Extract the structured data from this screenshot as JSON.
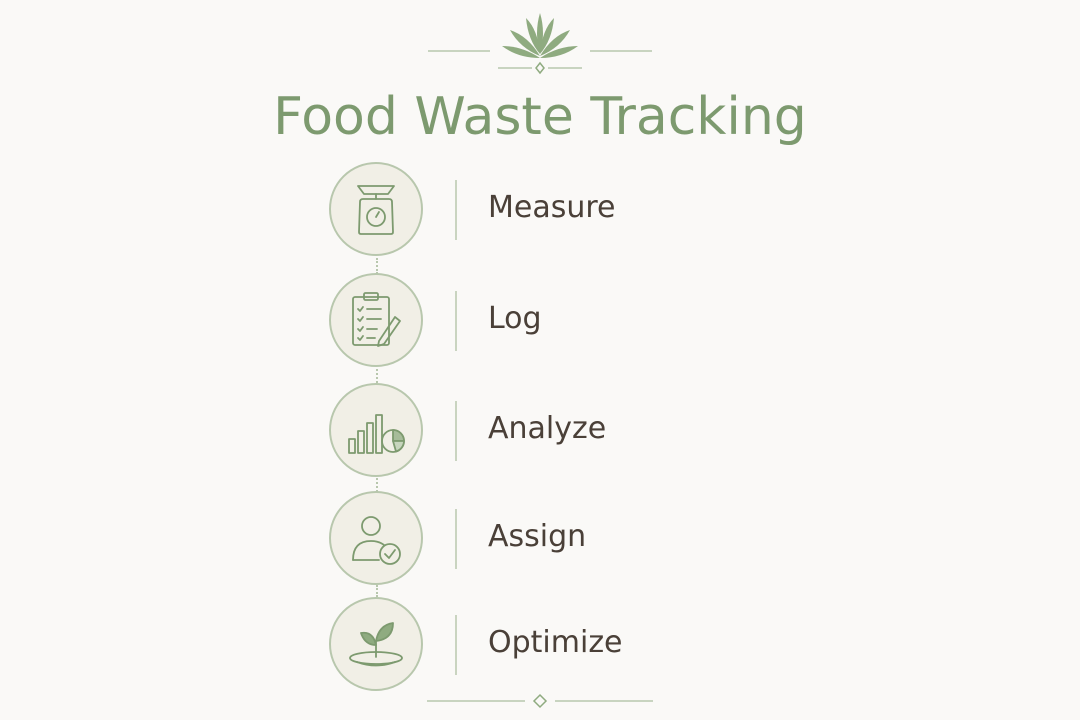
{
  "title": "Food Waste Tracking",
  "steps": [
    {
      "label": "Measure",
      "icon": "kitchen-scale-icon"
    },
    {
      "label": "Log",
      "icon": "clipboard-checklist-icon"
    },
    {
      "label": "Analyze",
      "icon": "bar-pie-chart-icon"
    },
    {
      "label": "Assign",
      "icon": "person-check-icon"
    },
    {
      "label": "Optimize",
      "icon": "sprout-plate-icon"
    }
  ],
  "colors": {
    "background": "#faf9f7",
    "accent": "#7d9a6f",
    "circle_fill": "#f1efe6",
    "circle_border": "#b8c7ad",
    "text": "#4a4038"
  }
}
